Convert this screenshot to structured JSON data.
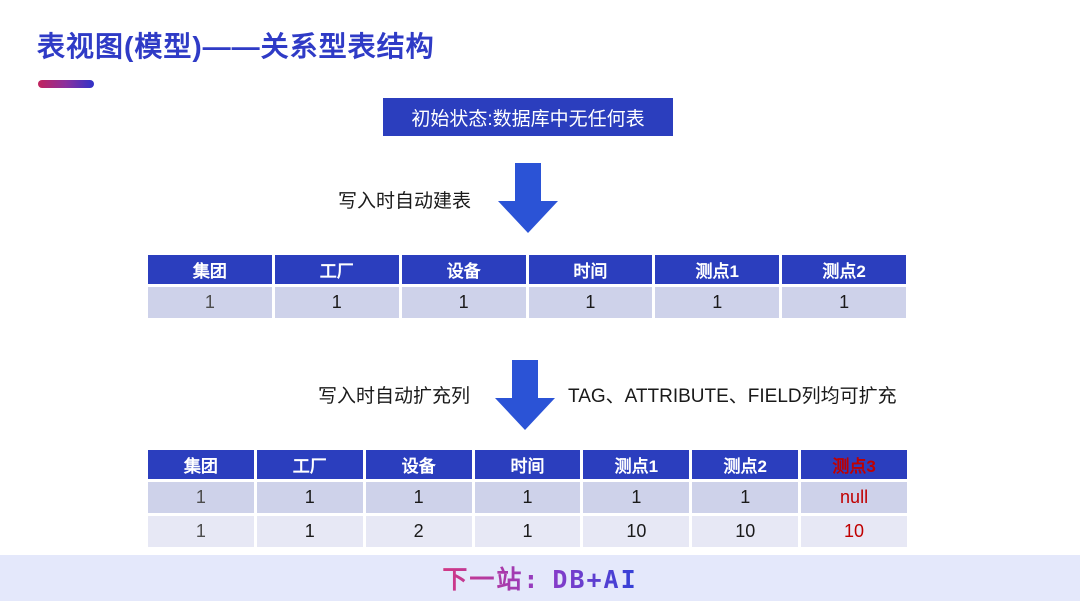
{
  "title": "表视图(模型)——关系型表结构",
  "status_banner": "初始状态:数据库中无任何表",
  "step1": {
    "label": "写入时自动建表"
  },
  "step2": {
    "label": "写入时自动扩充列",
    "note": "TAG、ATTRIBUTE、FIELD列均可扩充"
  },
  "footer": {
    "prefix": "下一站:",
    "highlight": "DB+AI"
  },
  "colors": {
    "title_blue": "#2F3BC6",
    "table_header_blue": "#2B3EBE",
    "arrow_blue": "#2B53D6",
    "row_dark_lavender": "#CED2EA",
    "row_light_lavender": "#E7E8F5",
    "highlight_red": "#C00000",
    "footer_bar_lavender": "#E4E8FB",
    "underline_gradient": [
      "#C2245E",
      "#3032C8"
    ],
    "footer_text_gradient": [
      "#D23884",
      "#3141D8"
    ]
  },
  "tables": {
    "initial": {
      "headers": [
        "集团",
        "工厂",
        "设备",
        "时间",
        "测点1",
        "测点2"
      ],
      "rows": [
        [
          "1",
          "1",
          "1",
          "1",
          "1",
          "1"
        ]
      ],
      "highlight_col": null
    },
    "expanded": {
      "headers": [
        "集团",
        "工厂",
        "设备",
        "时间",
        "测点1",
        "测点2",
        "测点3"
      ],
      "rows": [
        [
          "1",
          "1",
          "1",
          "1",
          "1",
          "1",
          "null"
        ],
        [
          "1",
          "1",
          "2",
          "1",
          "10",
          "10",
          "10"
        ]
      ],
      "highlight_col": 6
    }
  }
}
